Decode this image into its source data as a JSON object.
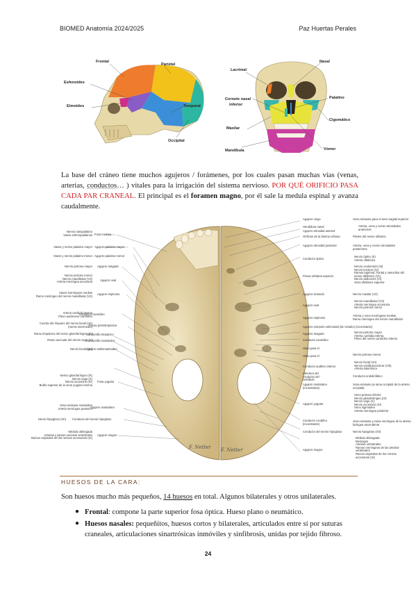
{
  "header": {
    "left": "BIOMED Anatomía 2024/2025",
    "right": "Paz Huertas Perales"
  },
  "fig_lateral": {
    "labels": {
      "frontal": "Frontal",
      "parietal": "Parietal",
      "esfenoides": "Esfenoides",
      "etmoides": "Etmoides",
      "temporal": "Temporal",
      "occipital": "Occipital"
    }
  },
  "fig_frontal": {
    "labels": {
      "lacrimal": "Lacrimal",
      "nasal": "Nasal",
      "cornete_1": "Cornete nasal",
      "cornete_2": "inferior",
      "palatino": "Palatino",
      "cigomatico": "Cigomático",
      "maxilar": "Maxilar",
      "mandibula": "Mandíbula",
      "vomer": "Vómer"
    }
  },
  "intro": {
    "t1": "La base del cráneo tiene muchos agujeros / forámenes, por los cuales pasan muchas vías (venas, arterias, ",
    "t2": "conductos",
    "t3": "… ) vitales para la irrigación del sistema nervioso. ",
    "red": "POR QUÉ ORIFICIO PASA CADA PAR CRANEAL.",
    "t4": " El principal es el ",
    "bold": "foramen magno",
    "t5": ", por él sale la medula espinal y avanza caudalmente."
  },
  "fig_base": {
    "left_labels": [
      "Nervio nasopalatino\nVasos esfenopalatinos",
      "Vasos y nervio palatino mayor",
      "Vasos y nervio palatino menor",
      "Nervio petroso mayor",
      "Nervio petroso menor\nNervio mandibular (V3)\nArteria meníngea accesoria",
      "Vasos meníngeos medios\nRamo meníngeo del nervio mandibular (V3)",
      "Arteria carótida interna\nPlexo autónomo carotídeo",
      "Cuerda del tímpano del nervio facial (VII)\n(nervio intermedio)",
      "Ramo timpánico del nervio glosofaríngeo (IX)",
      "Ramo auricular del nervio vago (X)",
      "Nervio facial (VII)",
      "Nervio glosofaríngeo (IX)\nNervio vago (X)\nNervio accesorio (XI)\nBulbo superior de la vena yugular interna",
      "Vena emisaria mastoidea\nArteria meníngea posterior",
      "Nervio hipogloso (XII)",
      "Médula oblongada\nArterias y plexos venosos vertebrales\nRaíces espinales de los nervios accesorios (XI)"
    ],
    "left_structs": [
      "Fosa incisiva",
      "Agujero palatino mayor",
      "Agujero palatino menor",
      "Agujero rasgado",
      "Agujero oval",
      "Agujero espinoso",
      "Conducto carotídeo",
      "Fisura petrotimpánica",
      "Conductillo timpánico",
      "Conductillo mastoideo",
      "Agujero estilomastoideo",
      "Fosa yugular",
      "Agujero mastoideo",
      "Conducto del nervio hipogloso",
      "Agujero magno"
    ],
    "right_structs": [
      "Agujero ciego",
      "Hendidura nasal",
      "Agujero etmoidal anterior",
      "Orificios de la lámina cribosa",
      "Agujero etmoidal posterior",
      "Conducto óptico",
      "Fisura orbitaria superior",
      "Agujero redondo",
      "Agujero oval",
      "Agujero espinoso",
      "Agujero emisario esfenoidal (de Vesalio) (inconstante)",
      "Agujero rasgado",
      "Conducto carotídeo",
      "Hiato para el",
      "Hiato para el",
      "Conducto auditivo interno",
      "Abertura del conducto del vestíbulo",
      "Agujero mastoideo (inconstante)",
      "Agujero yugular",
      "Conducto condíleo (inconstante)",
      "Conducto del nervio hipogloso",
      "Agujero magno"
    ],
    "right_labels": [
      "Vena emisaria para el seno sagital superior",
      "Arteria, vena y nervio etmoidales anteriores",
      "Filetes del nervio olfatorio",
      "Arteria, vena y nervio etmoidales posteriores",
      "Nervio óptico (II)\nArteria oftálmica",
      "Nervio oculomotor (III)\nNervio troclear (IV)\nRamos lagrimal, frontal y nasociliar del nervio oftálmico (V1)\nNervio abducens (VI)\nVena oftálmica superior",
      "Nervio maxilar (V2)",
      "Nervio mandibular (V3)\nArteria meníngea accesoria\nNervio petroso menor",
      "Arteria y vena meníngeas medias\nRamo meníngeo del nervio mandibular",
      "Nervio petroso mayor\nArteria carótida interna\nPlexo del nervio carotídeo interno",
      "Nervio petroso menor",
      "Nervio facial (VII)\nNervio vestibulococlear (VIII)\nArteria laberíntica",
      "Conducto endolinfático",
      "Vena emisaria (a rama occipital de la arteria occipital)",
      "Seno petroso inferior\nNervio glosofaríngeo (IX)\nNervio vago (X)\nNervio accesorio (XI)\nSeno sigmoideo\nArteria meníngea posterior",
      "Vena emisaria y rama meníngea de la arteria faríngea ascendente",
      "Nervio hipogloso (XII)",
      "Médula oblongada\nMeninges\nArterias vertebrales\nRamos meníngeos de las arterias vertebrales\nRaíces espinales de los nervios accesorios (XI)"
    ],
    "signature": "F. Netter"
  },
  "section": {
    "title": "HUESOS DE LA CARA:"
  },
  "cara": {
    "t1": "Son huesos mucho más pequeños, ",
    "u": "14 huesos",
    "t2": " en total. Algunos bilaterales y otros unilaterales."
  },
  "bullets": [
    {
      "bold": "Frontal",
      "text": ": compone la parte superior fosa óptica. Hueso plano o neumático."
    },
    {
      "bold": "Huesos nasales:",
      "text": " pequeñitos, huesos cortos y bilaterales, articulados entre sí por suturas craneales, articulaciones sinartrósicas inmóviles y sinfibrosis, unidas por tejido fibroso."
    }
  ],
  "page": {
    "number": "24"
  },
  "colors": {
    "frontal": "#ee7c2c",
    "parietal": "#f2c21b",
    "temporal": "#3a8fd8",
    "occipital": "#2db7a0",
    "esfenoides": "#8a5cc6",
    "etmoides": "#d12e8a",
    "cigomatico": "#35b6b0",
    "maxilar": "#e7e33a",
    "mandibula": "#c93fa0",
    "bone": "#e8d9a8",
    "section": "#6b3a1e"
  }
}
